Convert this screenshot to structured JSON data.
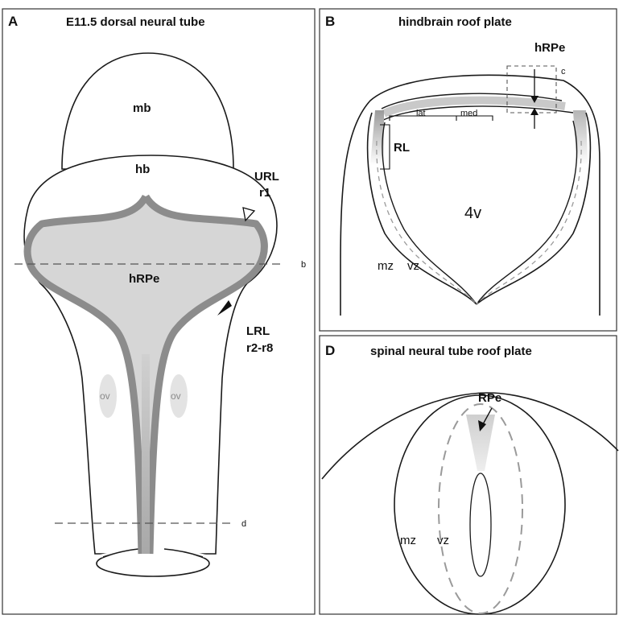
{
  "panels": {
    "a": {
      "letter": "A",
      "title": "E11.5 dorsal neural tube",
      "labels": {
        "mb": "mb",
        "hb": "hb",
        "url": "URL",
        "r1": "r1",
        "hrpe": "hRPe",
        "lrl": "LRL",
        "r2r8": "r2-r8",
        "ov_left": "ov",
        "ov_right": "ov",
        "section_b": "b",
        "section_d": "d"
      }
    },
    "b": {
      "letter": "B",
      "title": "hindbrain roof plate",
      "labels": {
        "hrpe": "hRPe",
        "inset_c": "c",
        "lat": "lat",
        "med": "med",
        "rl": "RL",
        "ventricle": "4v",
        "mz": "mz",
        "vz": "vz"
      }
    },
    "d": {
      "letter": "D",
      "title": "spinal neural tube roof plate",
      "labels": {
        "rpe": "RPe",
        "mz": "mz",
        "vz": "vz"
      }
    }
  },
  "colors": {
    "roof_fill": "#d6d6d6",
    "rhombic_lip": "#8c8c8c",
    "outline": "#1a1a1a",
    "ov_fill": "#e3e3e3"
  }
}
